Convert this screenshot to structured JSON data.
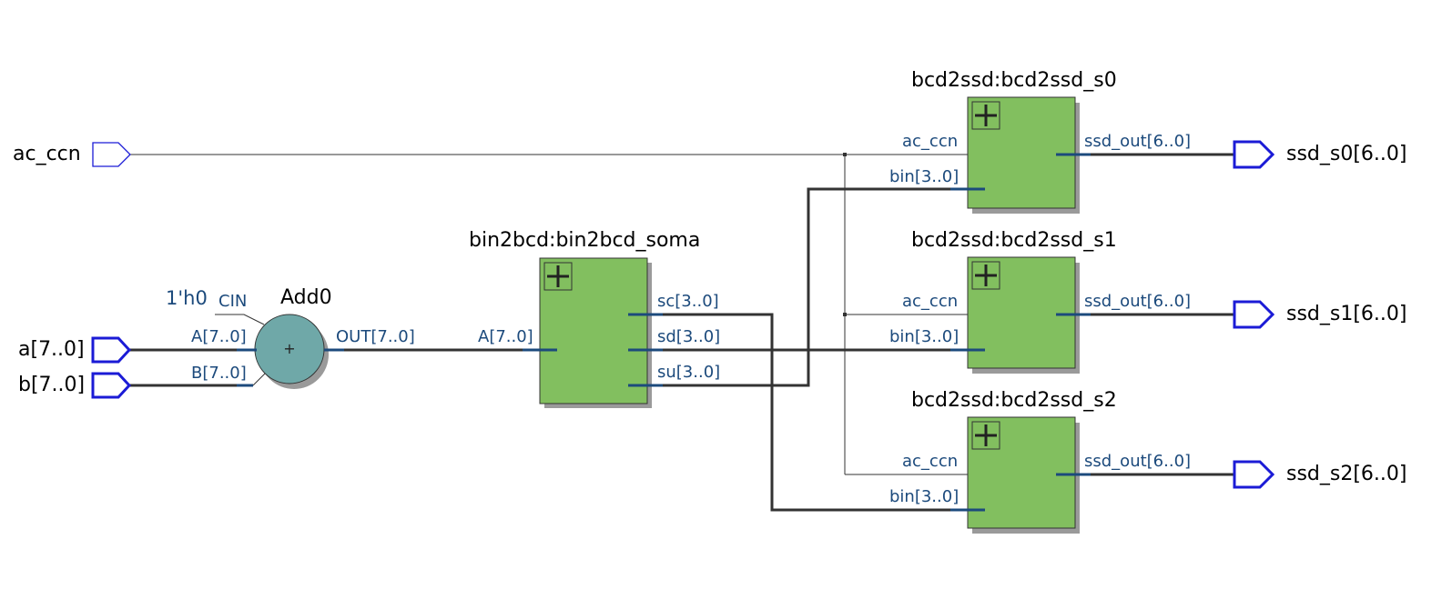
{
  "inputs": {
    "ac_ccn": "ac_ccn",
    "a": "a[7..0]",
    "b": "b[7..0]"
  },
  "outputs": {
    "s0": "ssd_s0[6..0]",
    "s1": "ssd_s1[6..0]",
    "s2": "ssd_s2[6..0]"
  },
  "adder": {
    "name": "Add0",
    "symbol": "+",
    "cin_value": "1'h0",
    "cin_port": "CIN",
    "port_a": "A[7..0]",
    "port_b": "B[7..0]",
    "port_out": "OUT[7..0]"
  },
  "bin2bcd": {
    "name": "bin2bcd:bin2bcd_soma",
    "port_in": "A[7..0]",
    "port_sc": "sc[3..0]",
    "port_sd": "sd[3..0]",
    "port_su": "su[3..0]"
  },
  "bcd2ssd": [
    {
      "name": "bcd2ssd:bcd2ssd_s0",
      "port_ac": "ac_ccn",
      "port_bin": "bin[3..0]",
      "port_out": "ssd_out[6..0]"
    },
    {
      "name": "bcd2ssd:bcd2ssd_s1",
      "port_ac": "ac_ccn",
      "port_bin": "bin[3..0]",
      "port_out": "ssd_out[6..0]"
    },
    {
      "name": "bcd2ssd:bcd2ssd_s2",
      "port_ac": "ac_ccn",
      "port_bin": "bin[3..0]",
      "port_out": "ssd_out[6..0]"
    }
  ],
  "colors": {
    "block_fill": "#82bf5f",
    "wire": "#333333",
    "port_label": "#1c4a7c",
    "io_pin": "#1b1bd6",
    "adder_fill": "#6fa8a8"
  }
}
